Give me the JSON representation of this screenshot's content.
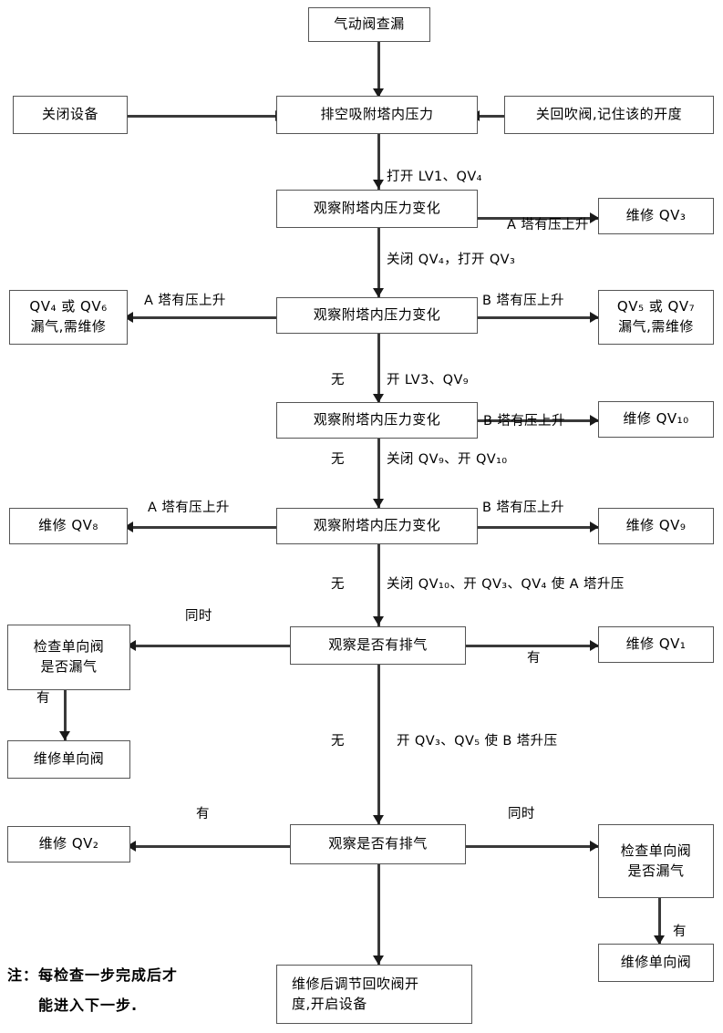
{
  "diagram": {
    "title": "气动阀查漏",
    "note_line1": "注：每检查一步完成后才",
    "note_line2": "能进入下一步."
  },
  "boxes": {
    "start": {
      "text": "气动阀查漏"
    },
    "shutdown_equipment": {
      "text": "关闭设备"
    },
    "vent_tower_pressure": {
      "text": "排空吸附塔内压力"
    },
    "close_blowback_valve": {
      "text": "关回吹阀,记住该的开度"
    },
    "observe_pressure_1": {
      "text": "观察附塔内压力变化"
    },
    "repair_qv3": {
      "text": "维修 QV₃"
    },
    "observe_pressure_2": {
      "text": "观察附塔内压力变化"
    },
    "qv4_qv6_leak": {
      "line1": "QV₄ 或 QV₆",
      "line2": "漏气,需维修"
    },
    "qv5_qv7_leak": {
      "line1": "QV₅ 或 QV₇",
      "line2": "漏气,需维修"
    },
    "observe_pressure_3": {
      "text": "观察附塔内压力变化"
    },
    "repair_qv10": {
      "text": "维修 QV₁₀"
    },
    "observe_pressure_4": {
      "text": "观察附塔内压力变化"
    },
    "repair_qv8": {
      "text": "维修 QV₈"
    },
    "repair_qv9": {
      "text": "维修 QV₉"
    },
    "observe_exhaust_1": {
      "text": "观察是否有排气"
    },
    "check_check_valve_1": {
      "line1": "检查单向阀",
      "line2": "是否漏气"
    },
    "repair_qv1": {
      "text": "维修 QV₁"
    },
    "repair_check_valve_1": {
      "text": "维修单向阀"
    },
    "observe_exhaust_2": {
      "text": "观察是否有排气"
    },
    "repair_qv2": {
      "text": "维修 QV₂"
    },
    "check_check_valve_2": {
      "line1": "检查单向阀",
      "line2": "是否漏气"
    },
    "repair_check_valve_2": {
      "text": "维修单向阀"
    },
    "final_step": {
      "line1": "维修后调节回吹阀开",
      "line2": "度,开启设备"
    }
  },
  "edge_labels": {
    "open_lv1_qv4": "打开 LV1、QV₄",
    "a_tower_rise_1": "A 塔有压上升",
    "close_qv4_open_qv3": "关闭 QV₄，打开 QV₃",
    "a_tower_rise_2": "A 塔有压上升",
    "b_tower_rise_2": "B 塔有压上升",
    "none_1": "无",
    "open_lv3_qv9": "开 LV3、QV₉",
    "b_tower_rise_3": "B 塔有压上升",
    "none_2": "无",
    "close_qv9_open_qv10": "关闭 QV₉、开 QV₁₀",
    "a_tower_rise_4": "A 塔有压上升",
    "b_tower_rise_4": "B 塔有压上升",
    "none_3": "无",
    "close_qv10_open_qv3_qv4": "关闭 QV₁₀、开 QV₃、QV₄ 使 A 塔升压",
    "simultaneously_1": "同时",
    "has_1": "有",
    "has_2": "有",
    "none_4": "无",
    "open_qv3_qv5": "开 QV₃、QV₅ 使 B 塔升压",
    "has_3": "有",
    "simultaneously_2": "同时",
    "has_4": "有"
  }
}
